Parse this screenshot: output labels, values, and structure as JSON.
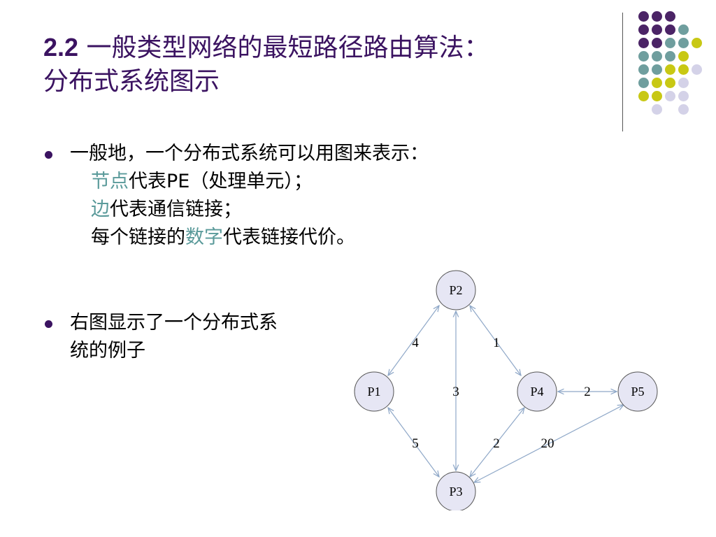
{
  "title": {
    "number": "2.2",
    "line1_rest": " 一般类型网络的最短路径路由算法：",
    "line2": "分布式系统图示"
  },
  "bullet1": {
    "text": "一般地，一个分布式系统可以用图来表示：",
    "sub1_hl": "节点",
    "sub1_rest": "代表PE（处理单元）；",
    "sub2_hl": "边",
    "sub2_rest": "代表通信链接；",
    "sub3_pre": "每个链接的",
    "sub3_hl": "数字",
    "sub3_rest": "代表链接代价。"
  },
  "bullet2": {
    "line1": "右图显示了一个分布式系",
    "line2": "统的例子"
  },
  "graph": {
    "nodes": [
      "P1",
      "P2",
      "P3",
      "P4",
      "P5"
    ],
    "edges": [
      {
        "from": "P1",
        "to": "P2",
        "cost": "4"
      },
      {
        "from": "P2",
        "to": "P4",
        "cost": "1"
      },
      {
        "from": "P2",
        "to": "P3",
        "cost": "3"
      },
      {
        "from": "P4",
        "to": "P5",
        "cost": "2"
      },
      {
        "from": "P1",
        "to": "P3",
        "cost": "5"
      },
      {
        "from": "P4",
        "to": "P3",
        "cost": "2"
      },
      {
        "from": "P5",
        "to": "P3",
        "cost": "20"
      }
    ]
  },
  "colors": {
    "title": "#3b1361",
    "highlight": "#5a9a9a",
    "node_fill": "#e6e6f4",
    "edge": "#8fa8c8",
    "dot_purple": "#4b2466",
    "dot_teal": "#6f9e9e",
    "dot_yellow": "#c8c814",
    "dot_lavender": "#d4d2e8"
  }
}
